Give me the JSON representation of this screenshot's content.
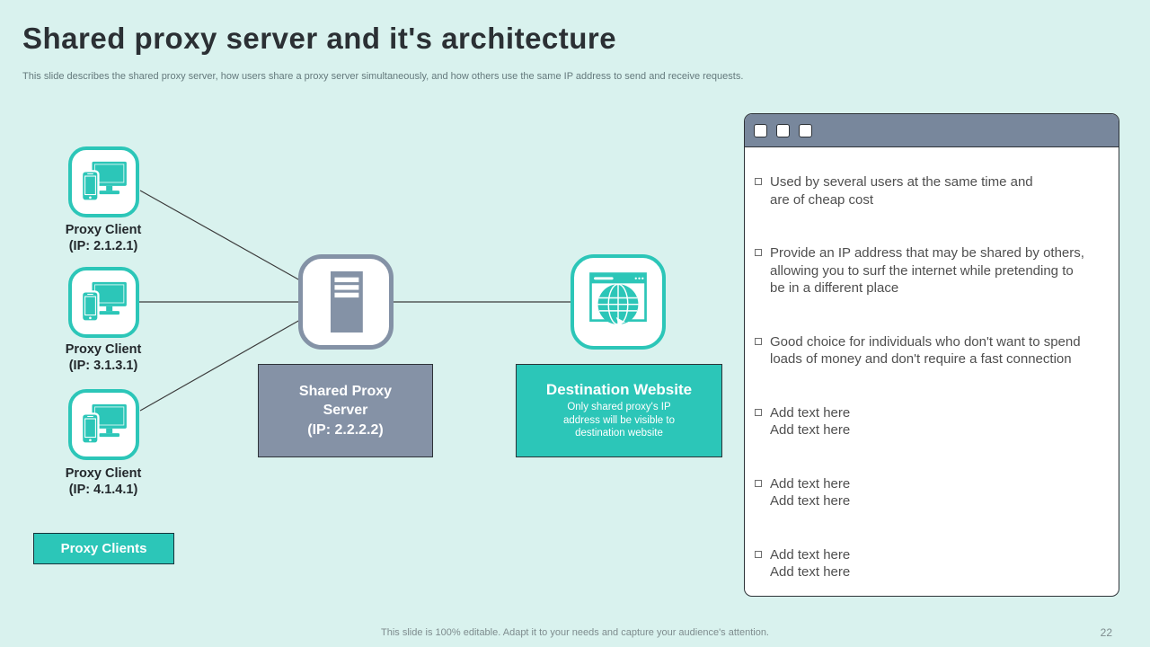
{
  "slide": {
    "title": "Shared proxy server and it's architecture",
    "subtitle": "This slide describes the shared proxy server, how users share a proxy server simultaneously, and how others use the same IP address to send and receive requests.",
    "footer_note": "This slide is 100% editable. Adapt it to your needs and capture your audience's attention.",
    "page_number": "22"
  },
  "diagram": {
    "clients": [
      {
        "label": "Proxy Client\n(IP: 2.1.2.1)"
      },
      {
        "label": "Proxy Client\n(IP: 3.1.3.1)"
      },
      {
        "label": "Proxy Client\n(IP: 4.1.4.1)"
      }
    ],
    "server_label": "Shared Proxy\nServer\n(IP: 2.2.2.2)",
    "destination": {
      "title": "Destination Website",
      "description": "Only shared proxy's IP\naddress will be visible to\ndestination website"
    },
    "clients_badge": "Proxy Clients"
  },
  "panel": {
    "bullets": [
      "Used by several users at the same time and\nare of cheap cost",
      "Provide an IP address that may be shared by others,\nallowing you to surf the internet while pretending to\nbe in a different place",
      "Good choice for individuals who don't want to spend\nloads of money and don't require a fast connection",
      "Add text here\nAdd text here",
      "Add text here\nAdd text here",
      "Add text here\nAdd text here"
    ]
  },
  "icons": {
    "client": "computer-phone-icon",
    "server": "server-tower-icon",
    "destination": "globe-browser-icon",
    "panel_buttons": "window-button-icon",
    "bullet": "square-bullet-icon"
  },
  "colors": {
    "background": "#d9f2ee",
    "accent_teal": "#2cc6b8",
    "accent_gray_blue": "#8492a6",
    "panel_header": "#78879c",
    "title_text": "#2b3034",
    "panel_text": "#4f4f4f",
    "muted_text": "#7e8c8e"
  }
}
